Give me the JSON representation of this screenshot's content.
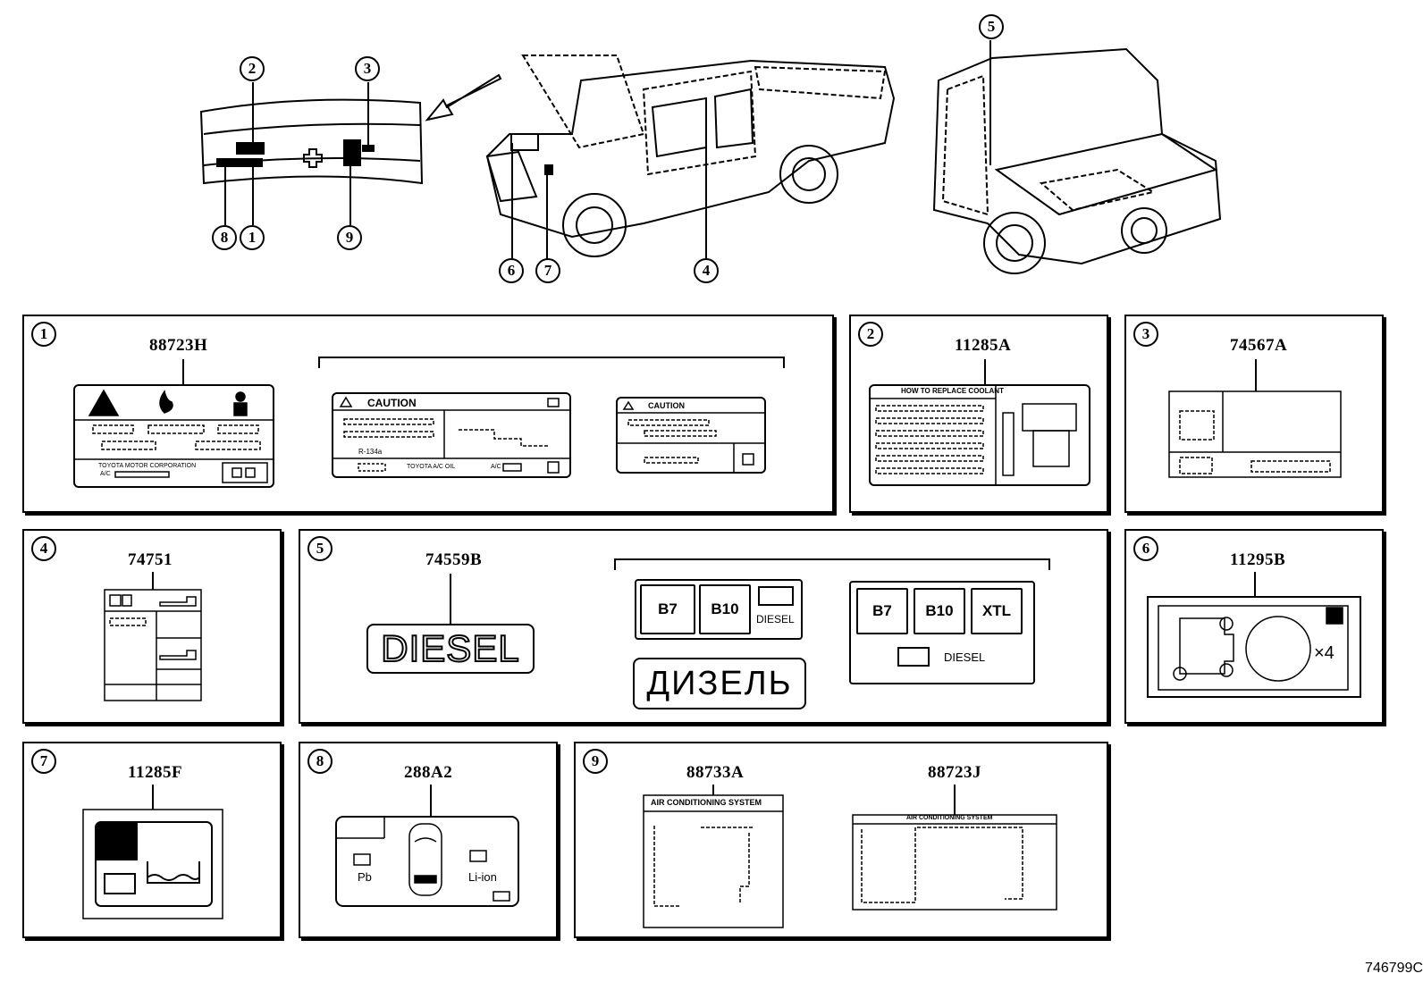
{
  "overview": {
    "callouts": [
      "1",
      "2",
      "3",
      "4",
      "5",
      "6",
      "7",
      "8",
      "9"
    ]
  },
  "panels": {
    "p1": {
      "index": "1",
      "part": "88723H",
      "caution_big": "CAUTION",
      "caution_small": "CAUTION",
      "maker": "TOYOTA MOTOR CORPORATION",
      "ac": "A/C",
      "refr": "R-134a",
      "oil": "TOYOTA A/C OIL"
    },
    "p2": {
      "index": "2",
      "part": "11285A",
      "heading": "HOW TO REPLACE COOLANT"
    },
    "p3": {
      "index": "3",
      "part": "74567A"
    },
    "p4": {
      "index": "4",
      "part": "74751"
    },
    "p5": {
      "index": "5",
      "part": "74559B",
      "diesel": "DIESEL",
      "diesel_ru": "ДИЗЕЛЬ",
      "b7": "B7",
      "b10": "B10",
      "xtl": "XTL",
      "diesel_small": "DIESEL"
    },
    "p6": {
      "index": "6",
      "part": "11295B",
      "mult": "×4"
    },
    "p7": {
      "index": "7",
      "part": "11285F"
    },
    "p8": {
      "index": "8",
      "part": "288A2",
      "pb": "Pb",
      "liion": "Li-ion"
    },
    "p9": {
      "index": "9",
      "part_a": "88733A",
      "part_b": "88723J",
      "ac_title": "AIR CONDITIONING SYSTEM",
      "ac_title_b": "AIR CONDITIONING SYSTEM"
    }
  },
  "diagram_code": "746799C"
}
